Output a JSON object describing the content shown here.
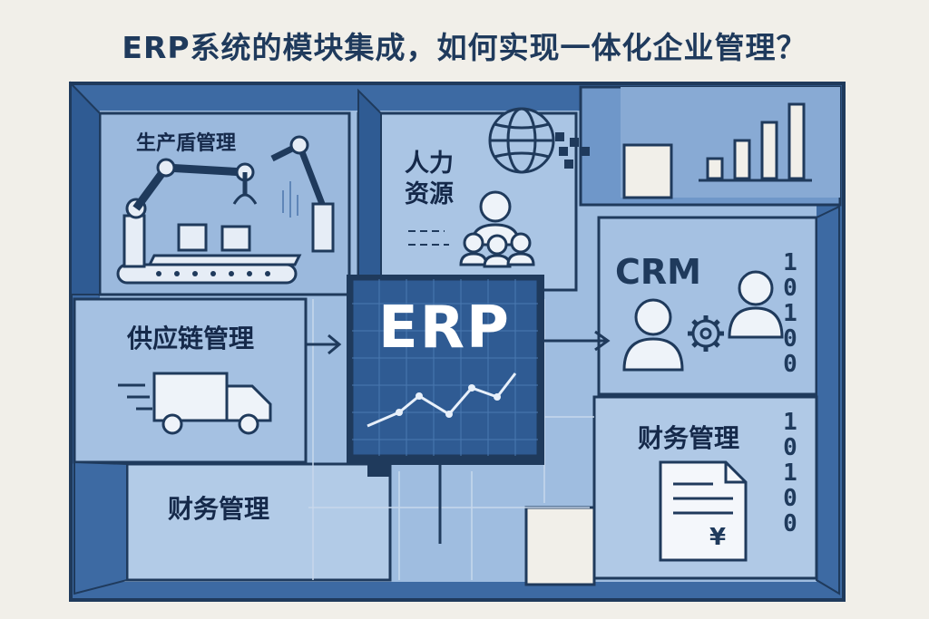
{
  "title": "ERP系统的模块集成，如何实现一体化企业管理？",
  "modules": {
    "production": "生产盾管理",
    "hr_line1": "人力",
    "hr_line2": "资源",
    "supply_chain": "供应链管理",
    "finance_left": "财务管理",
    "finance_right": "财务管理",
    "crm": "CRM",
    "erp": "ERP"
  },
  "binary": {
    "upper": "10100",
    "lower": "10100"
  },
  "icons": {
    "invoice_symbol": "¥"
  },
  "colors": {
    "background": "#f1efe9",
    "panel": "#8fb0d6",
    "panel_light": "#a9c4e2",
    "frame": "#3d6aa3",
    "outline": "#1f3a5c",
    "erp_board": "#2f5b93"
  }
}
